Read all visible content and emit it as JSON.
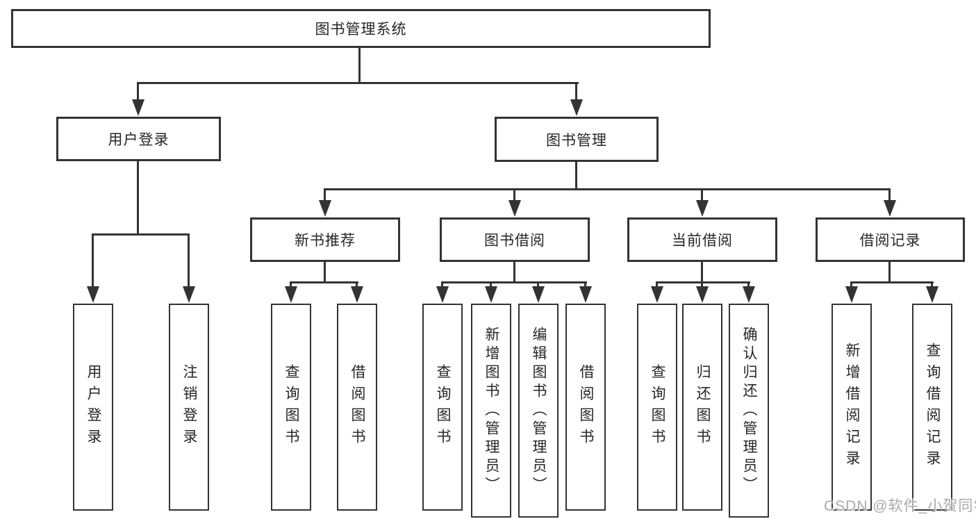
{
  "diagram": {
    "root": "图书管理系统",
    "branches": [
      {
        "label": "用户登录",
        "children": [
          "用户登录",
          "注销登录"
        ]
      },
      {
        "label": "图书管理",
        "groups": [
          {
            "label": "新书推荐",
            "children": [
              "查询图书",
              "借阅图书"
            ]
          },
          {
            "label": "图书借阅",
            "children": [
              "查询图书",
              "新增图书（管理员）",
              "编辑图书（管理员）",
              "借阅图书"
            ]
          },
          {
            "label": "当前借阅",
            "children": [
              "查询图书",
              "归还图书",
              "确认归还（管理员）"
            ]
          },
          {
            "label": "借阅记录",
            "children": [
              "新增借阅记录",
              "查询借阅记录"
            ]
          }
        ]
      }
    ]
  },
  "watermark": "CSDN @软件_小贺同学",
  "colors": {
    "line": "#333333",
    "text": "#262626",
    "background": "#ffffff",
    "watermark": "#a9a9a9"
  }
}
